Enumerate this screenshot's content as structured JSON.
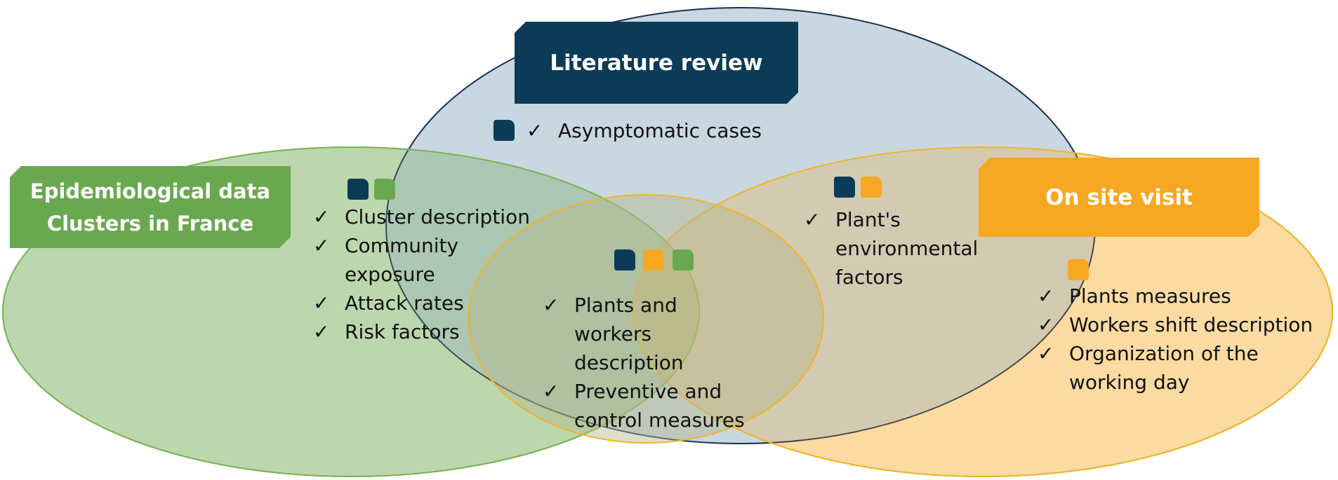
{
  "colors": {
    "navy": "#0c3b57",
    "green": "#6aa84f",
    "orange": "#f6a823",
    "navy_fill": "#c2d2dc",
    "green_fill": "#dce9d2",
    "orange_fill": "#fde9c5"
  },
  "titles": {
    "literature": "Literature review",
    "epidemiological_line1": "Epidemiological data",
    "epidemiological_line2": "Clusters in France",
    "onsite": "On site visit"
  },
  "check_mark": "✓",
  "regions": {
    "literature_only": {
      "markers": [
        "navy"
      ],
      "items": [
        "Asymptomatic cases"
      ]
    },
    "literature_epidemiological": {
      "markers": [
        "navy",
        "green"
      ],
      "items": [
        "Cluster description",
        "Community exposure",
        "Attack rates",
        "Risk factors"
      ]
    },
    "literature_onsite": {
      "markers": [
        "navy",
        "orange"
      ],
      "items": [
        "Plant's environmental factors"
      ]
    },
    "all_three": {
      "markers": [
        "navy",
        "orange",
        "green"
      ],
      "items": [
        "Plants and workers description",
        "Preventive and control measures"
      ]
    },
    "onsite_only": {
      "markers": [
        "orange"
      ],
      "items": [
        "Plants measures",
        "Workers shift description",
        "Organization of the working day"
      ]
    }
  }
}
